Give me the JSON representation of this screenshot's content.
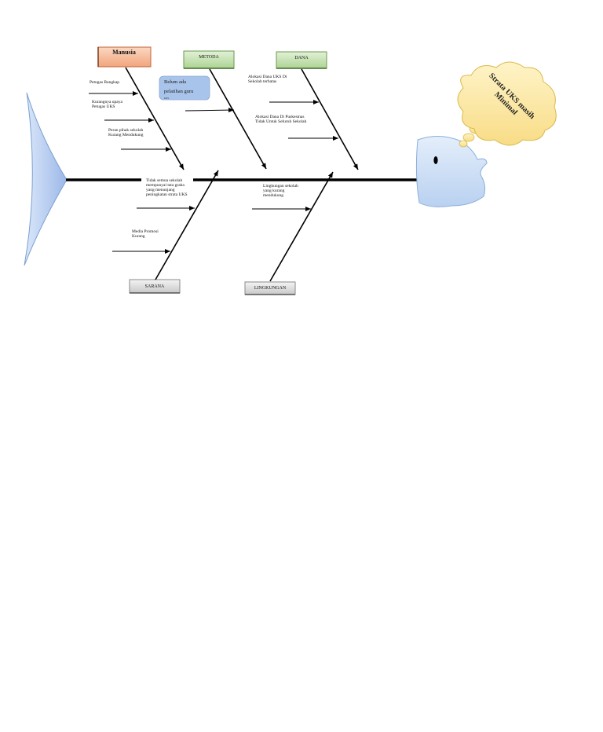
{
  "categories": {
    "manusia": "Manusia",
    "metoda": "METODA",
    "dana": "DANA",
    "sarana": "SARANA",
    "lingkungan": "LINGKUNGAN"
  },
  "head_label": [
    "Strata UKS masih",
    "Minimal"
  ],
  "note_box": [
    "Belum ada",
    "pelatihan guru",
    "UKS"
  ],
  "causes": {
    "manusia_1": [
      "Petugas Rangkap"
    ],
    "manusia_2": [
      "Kurangnya upaya",
      "Petugas UKS"
    ],
    "manusia_3": [
      "Peran pihak sekolah",
      "Kurang Mendukung"
    ],
    "dana_1": [
      "Alokasi Dana UKS Di",
      "Sekolah terbatas"
    ],
    "dana_2": [
      "Alokasi Dana Di Puskesmas",
      "Tidak Untuk Seluruh Sekolah"
    ],
    "sarana_1": [
      "Tidak semua sekolah",
      "mempunyai tata graha",
      "yang menunjang",
      "peningkatan strata UKS"
    ],
    "sarana_2": [
      "Media Promosi",
      "Kurang"
    ],
    "lingkungan_1": [
      "Lingkungan sekolah",
      "yang kurang",
      "mendukung"
    ]
  },
  "colors": {
    "manusia_fill": "#f8c4a4",
    "manusia_stroke": "#c0643a",
    "green_fill": "#c6e3b4",
    "green_stroke": "#6a9a4e",
    "gray_fill": "#dcdcdc",
    "gray_stroke": "#8a8a8a",
    "fish_fill": "#c6dcf4",
    "fish_stroke": "#7aa0d0",
    "cloud_fill": "#fbe7a0",
    "cloud_stroke": "#d9b94a",
    "note_fill": "#a9c4ea",
    "spine": "#000000"
  }
}
